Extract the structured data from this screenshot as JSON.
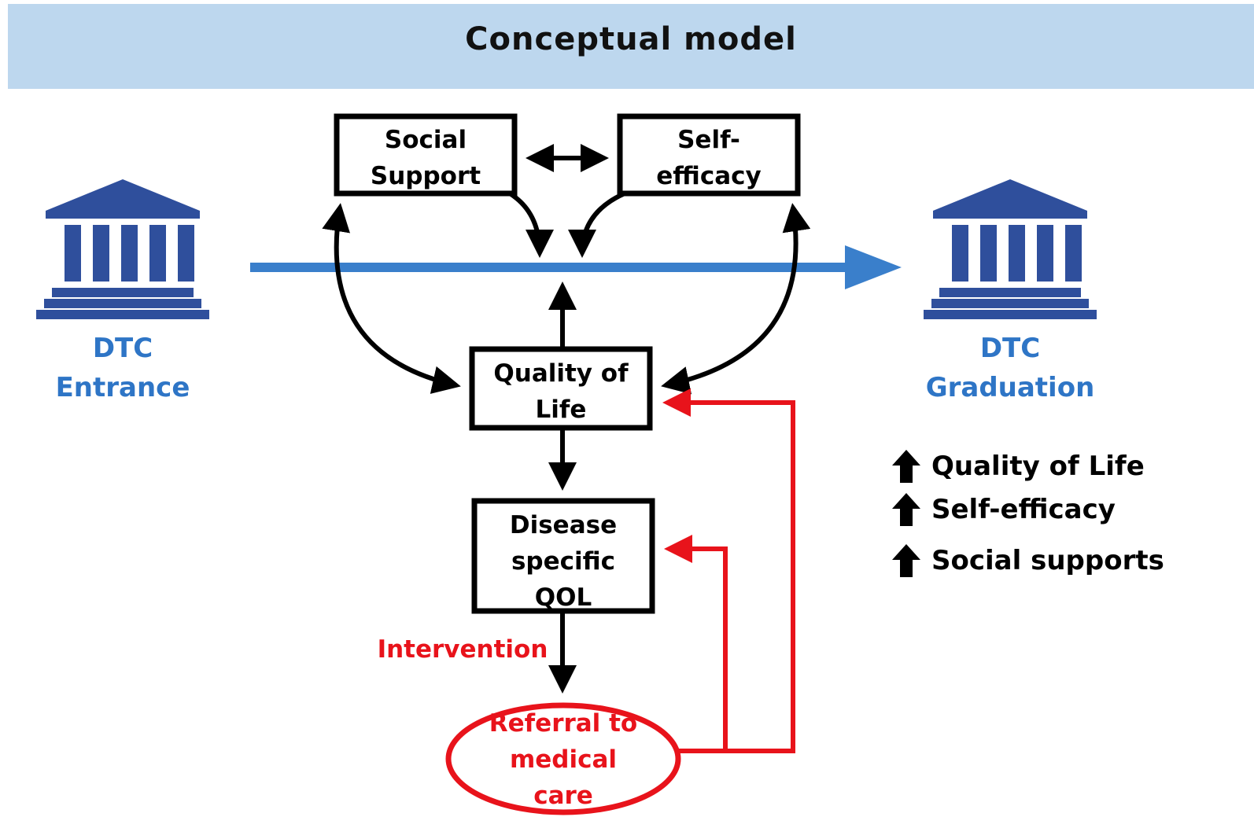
{
  "title": "Conceptual model",
  "nodes": {
    "social_support": "Social Support",
    "self_efficacy": "Self-efficacy",
    "quality_of_life": "Quality of Life",
    "disease_specific_qol": "Disease specific QOL",
    "referral": "Referral to medical care"
  },
  "endpoints": {
    "entrance": [
      "DTC",
      "Entrance"
    ],
    "graduation": [
      "DTC",
      "Graduation"
    ]
  },
  "intervention_label": "Intervention",
  "legend": [
    {
      "label": "Quality of Life",
      "icon": "up-arrow-icon"
    },
    {
      "label": "Self-efficacy",
      "icon": "up-arrow-icon"
    },
    {
      "label": "Social supports",
      "icon": "up-arrow-icon"
    }
  ],
  "colors": {
    "banner": "#bdd7ee",
    "building": "#2f4f9c",
    "timeline": "#3a7fcb",
    "intervention": "#e8131b",
    "box_border": "#000000"
  }
}
